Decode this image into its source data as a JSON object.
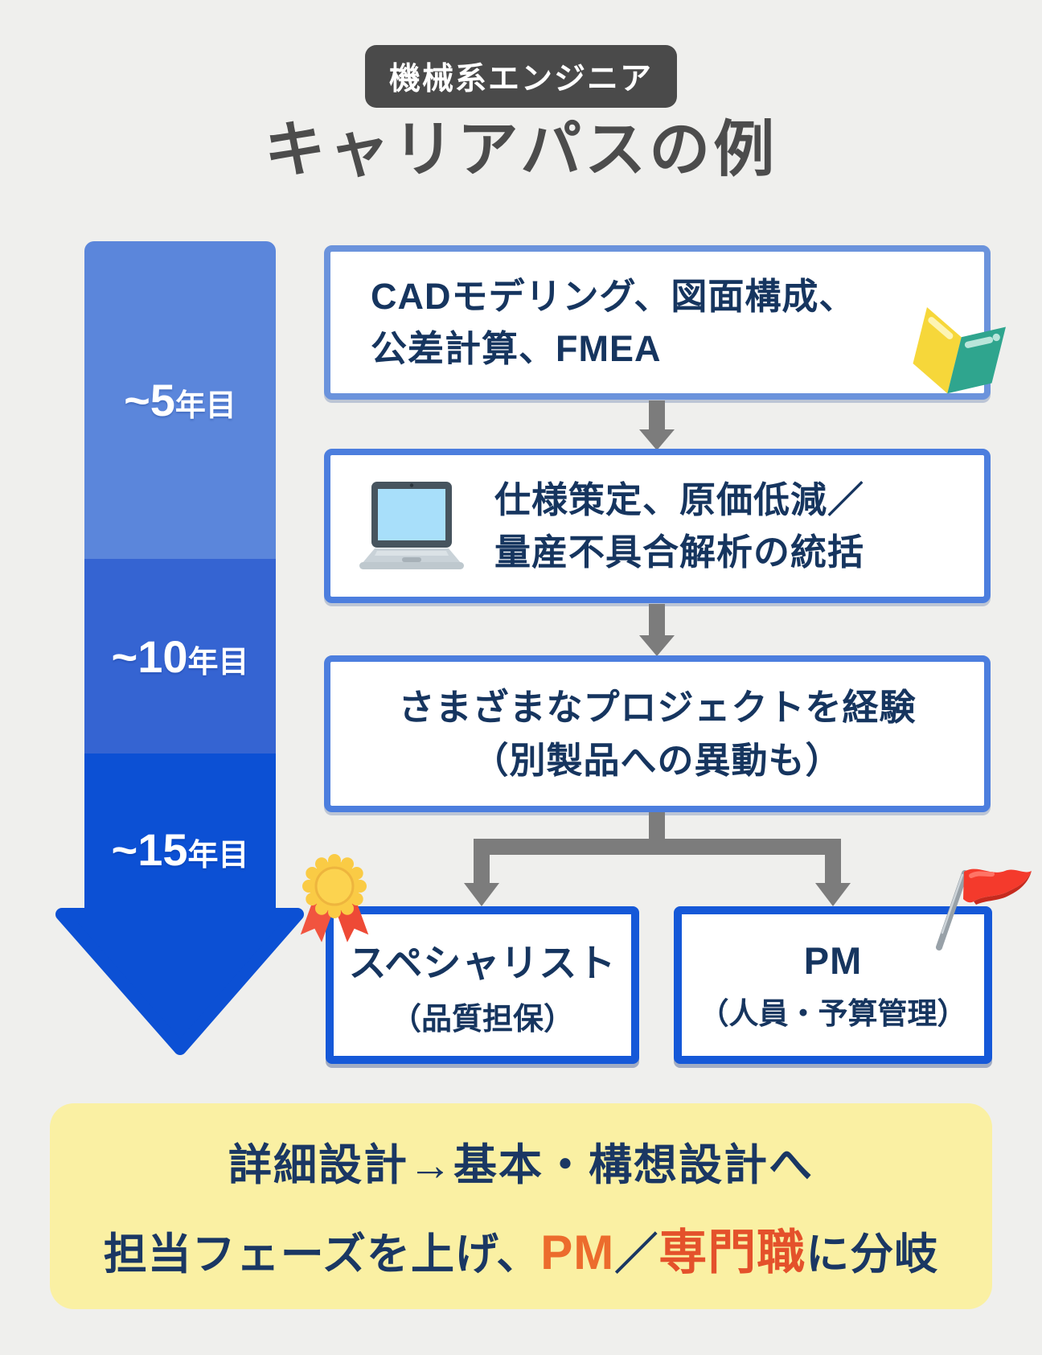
{
  "header": {
    "badge": "機械系エンジニア",
    "title": "キャリアパスの例"
  },
  "timeline": {
    "segments": [
      {
        "prefix": "~5",
        "suffix": "年目",
        "color": "#5b86db"
      },
      {
        "prefix": "~10",
        "suffix": "年目",
        "color": "#3564d2"
      },
      {
        "prefix": "~15",
        "suffix": "年目",
        "color": "#0c50d4"
      }
    ],
    "arrow_color": "#0c50d4"
  },
  "flow": {
    "boxes": [
      {
        "lines": [
          "CADモデリング、図面構成、",
          "公差計算、FMEA"
        ],
        "icon": "open-book-icon",
        "border": "#6b93dc"
      },
      {
        "lines": [
          "仕様策定、原価低減／",
          "量産不具合解析の統括"
        ],
        "icon": "laptop-icon",
        "border": "#4c7ede"
      },
      {
        "lines": [
          "さまざまなプロジェクトを経験",
          "（別製品への異動も）"
        ],
        "border": "#4c7ede"
      }
    ],
    "outcomes": [
      {
        "name": "スペシャリスト",
        "detail": "（品質担保）",
        "icon": "medal-icon",
        "border": "#1558d8"
      },
      {
        "name": "PM",
        "detail": "（人員・予算管理）",
        "icon": "red-flag-icon",
        "border": "#1558d8"
      }
    ],
    "connector_color": "#7c7c7c"
  },
  "footer": {
    "bg": "#faf0a3",
    "line1": "詳細設計→基本・構想設計へ",
    "line2_parts": [
      {
        "text": "担当フェーズを上げ、",
        "color": "#1a3763"
      },
      {
        "text": "PM",
        "color": "#ec6c2d"
      },
      {
        "text": "／",
        "color": "#1a3763"
      },
      {
        "text": "専門職",
        "color": "#e4512b"
      },
      {
        "text": "に分岐",
        "color": "#1a3763"
      }
    ]
  },
  "colors": {
    "background": "#efefed",
    "badge_bg": "#4a4a4a",
    "title": "#4c4c4c",
    "text_navy": "#16355f",
    "white": "#ffffff"
  }
}
